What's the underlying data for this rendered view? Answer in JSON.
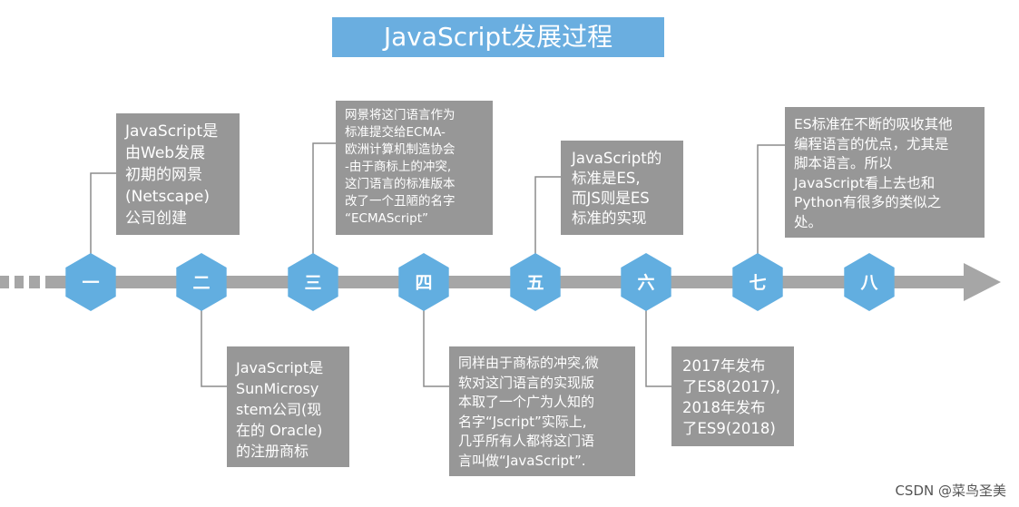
{
  "title": "JavaScript发展过程",
  "colors": {
    "title_bg": "#6aaee0",
    "card_bg": "#979797",
    "hex": "#62aee0",
    "arrow": "#a6a6a6",
    "connector": "#8c8c8c"
  },
  "stages": [
    {
      "label": "一",
      "position": "top",
      "text": "JavaScript是\n由Web发展\n初期的网景\n(Netscape)\n公司创建"
    },
    {
      "label": "二",
      "position": "bottom",
      "text": "JavaScript是\nSunMicrosy\nstem公司(现\n在的 Oracle)\n的注册商标"
    },
    {
      "label": "三",
      "position": "top",
      "text": "网景将这门语言作为\n标准提交给ECMA-\n欧洲计算机制造协会\n-由于商标上的冲突,\n这门语言的标准版本\n改了一个丑陋的名字\n“ECMAScript”"
    },
    {
      "label": "四",
      "position": "bottom",
      "text": "同样由于商标的冲突,微\n软对这门语言的实现版\n本取了一个广为人知的\n名字“Jscript”实际上,\n几乎所有人都将这门语\n言叫做“JavaScript”."
    },
    {
      "label": "五",
      "position": "top",
      "text": "JavaScript的\n标准是ES,\n而JS则是ES\n标准的实现"
    },
    {
      "label": "六",
      "position": "bottom",
      "text": "2017年发布\n了ES8(2017),\n2018年发布\n了ES9(2018)"
    },
    {
      "label": "七",
      "position": "top",
      "text": "ES标准在不断的吸收其他\n编程语言的优点，尤其是\n脚本语言。所以\nJavaScript看上去也和\nPython有很多的类似之\n处。"
    },
    {
      "label": "八",
      "position": "none",
      "text": ""
    }
  ],
  "watermark": "CSDN @菜鸟圣美"
}
